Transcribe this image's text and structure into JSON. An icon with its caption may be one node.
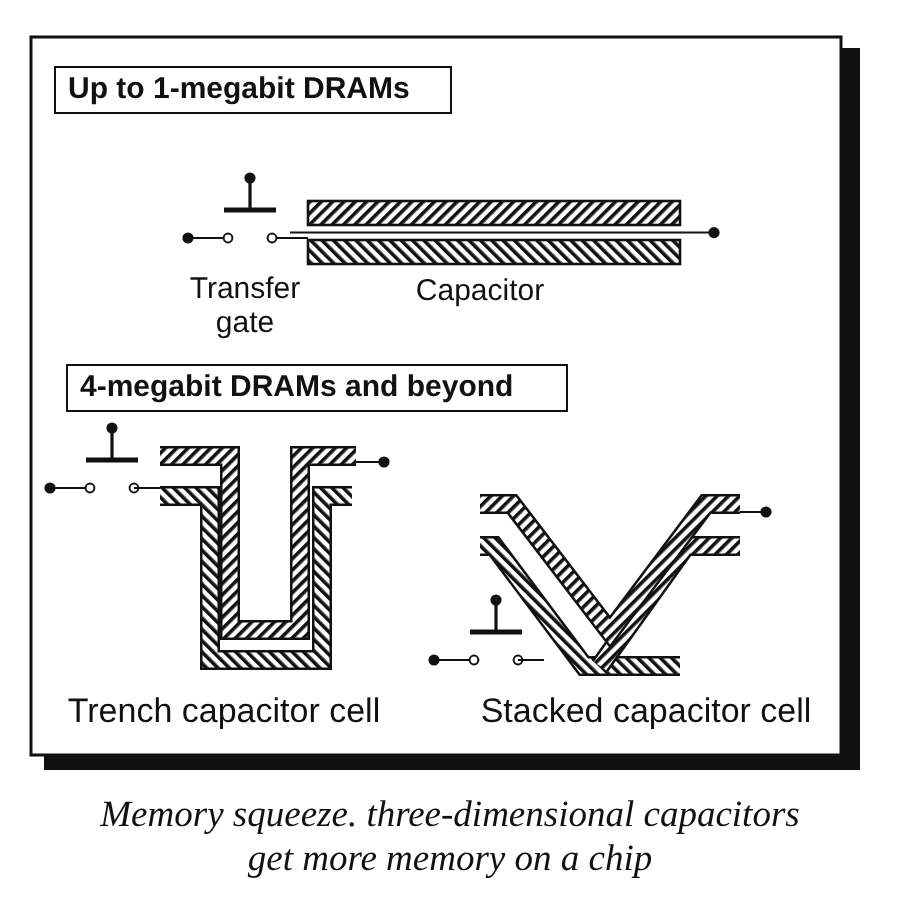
{
  "diagram": {
    "caption": "Memory squeeze. three-dimensional capacitors get more memory on a chip",
    "nodes": [
      {
        "text": [
          "Up to 1-megabit DRAMs"
        ]
      },
      {
        "text": [
          "4-megabit DRAMs and beyond"
        ]
      }
    ],
    "labels": [
      "Transfer gate",
      "Capacitor",
      "Trench capacitor cell",
      "Stacked capacitor cell"
    ]
  }
}
